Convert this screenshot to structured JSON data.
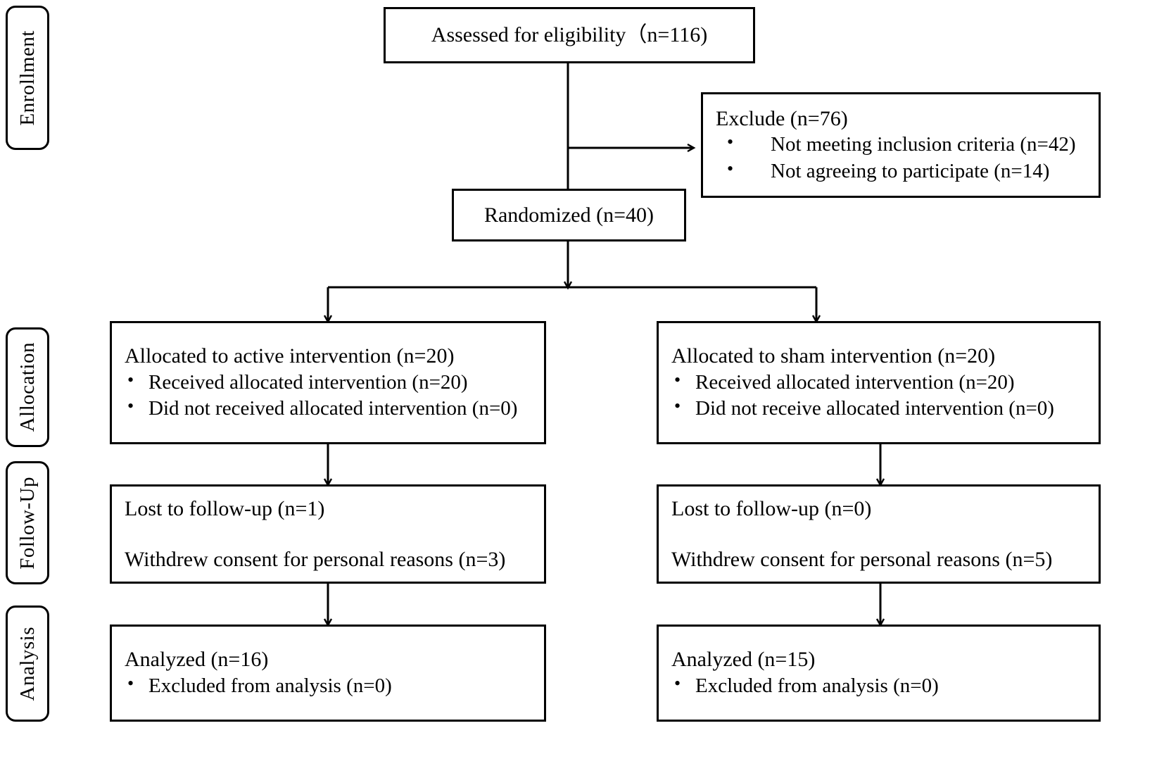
{
  "diagram": {
    "type": "consort-flow-diagram",
    "stages": [
      {
        "id": "enrollment",
        "label": "Enrollment"
      },
      {
        "id": "allocation",
        "label": "Allocation"
      },
      {
        "id": "followup",
        "label": "Follow-Up"
      },
      {
        "id": "analysis",
        "label": "Analysis"
      }
    ],
    "colors": {
      "stroke": "#000000",
      "background": "#ffffff",
      "text": "#000000"
    },
    "nodes": {
      "assessed": {
        "title": "Assessed for eligibility（n=116)"
      },
      "excluded": {
        "title": "Exclude (n=76)",
        "bullets": [
          "Not meeting inclusion criteria (n=42)",
          "Not agreeing to participate (n=14)"
        ]
      },
      "randomized": {
        "title": "Randomized (n=40)"
      },
      "allocation_left": {
        "title": "Allocated to active intervention (n=20)",
        "bullets": [
          "Received allocated intervention (n=20)",
          "Did not received allocated intervention (n=0)"
        ]
      },
      "allocation_right": {
        "title": "Allocated to sham intervention (n=20)",
        "bullets": [
          "Received allocated intervention (n=20)",
          "Did not receive allocated intervention (n=0)"
        ]
      },
      "followup_left": {
        "line1": "Lost to follow-up (n=1)",
        "line2": "Withdrew consent for personal reasons (n=3)"
      },
      "followup_right": {
        "line1": "Lost to follow-up (n=0)",
        "line2": "Withdrew consent for personal reasons (n=5)"
      },
      "analysis_left": {
        "title": "Analyzed (n=16)",
        "bullets": [
          "Excluded from analysis (n=0)"
        ]
      },
      "analysis_right": {
        "title": "Analyzed (n=15)",
        "bullets": [
          "Excluded from analysis (n=0)"
        ]
      }
    }
  }
}
